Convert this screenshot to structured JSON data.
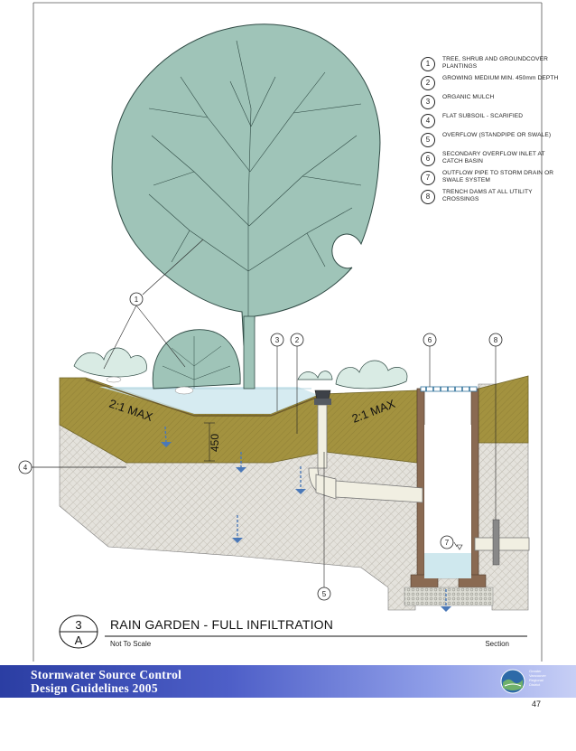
{
  "legend": [
    {
      "num": "1",
      "text": "TREE, SHRUB AND GROUNDCOVER PLANTINGS"
    },
    {
      "num": "2",
      "text": "GROWING MEDIUM MIN. 450mm DEPTH"
    },
    {
      "num": "3",
      "text": "ORGANIC MULCH"
    },
    {
      "num": "4",
      "text": "FLAT SUBSOIL - SCARIFIED"
    },
    {
      "num": "5",
      "text": "OVERFLOW (STANDPIPE OR SWALE)"
    },
    {
      "num": "6",
      "text": "SECONDARY OVERFLOW INLET AT CATCH BASIN"
    },
    {
      "num": "7",
      "text": "OUTFLOW PIPE TO STORM DRAIN OR SWALE SYSTEM"
    },
    {
      "num": "8",
      "text": "TRENCH DAMS AT ALL UTILITY CROSSINGS"
    }
  ],
  "callouts": {
    "c1": "1",
    "c2": "2",
    "c3": "3",
    "c4": "4",
    "c5": "5",
    "c6": "6",
    "c7": "7",
    "c8": "8"
  },
  "diagram_labels": {
    "slope_left": "2:1 MAX",
    "slope_right": "2:1 MAX",
    "depth": "450"
  },
  "title_block": {
    "number": "3",
    "letter": "A",
    "title": "RAIN GARDEN - FULL INFILTRATION",
    "scale": "Not To Scale",
    "view": "Section"
  },
  "banner": {
    "line1": "Stormwater Source Control",
    "line2": "Design Guidelines 2005",
    "logo_text": [
      "Greater",
      "Vancouver",
      "Regional",
      "District"
    ]
  },
  "page_number": "47",
  "colors": {
    "foliage": "#9fc4b8",
    "growing_medium": "#a3923f",
    "water": "#cfe8ee",
    "drainage_arrow": "#4a78b8",
    "catch_basin_wall": "#8a6a52",
    "banner": "#3f51b5"
  }
}
